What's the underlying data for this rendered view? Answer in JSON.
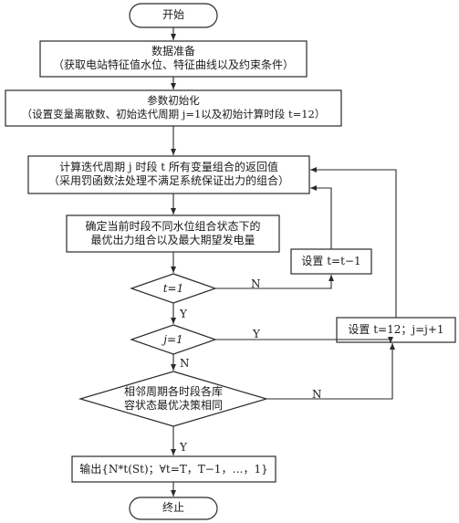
{
  "nodes": {
    "start": {
      "text": "开始"
    },
    "data_prep": {
      "line1": "数据准备",
      "line2": "（获取电站特征值水位、特征曲线以及约束条件）"
    },
    "param_init": {
      "line1": "参数初始化",
      "line2": "（设置变量离散数、初始迭代周期 j=1以及初始计算时段 t=12）"
    },
    "compute_return": {
      "line1": "计算迭代周期 j 时段 t 所有变量组合的返回值",
      "line2": "（采用罚函数法处理不满足系统保证出力的组合）"
    },
    "determine_opt": {
      "line1": "确定当前时段不同水位组合状态下的",
      "line2": "最优出力组合以及最大期望发电量"
    },
    "set_t_minus": {
      "text": "设置 t=t−1"
    },
    "decision_t1": {
      "text": "t=1"
    },
    "set_t12_j": {
      "text": "设置 t=12；j=j+1"
    },
    "decision_j1": {
      "text": "j=1"
    },
    "decision_same": {
      "line1": "相邻周期各时段各库",
      "line2": "容状态最优决策相同"
    },
    "output": {
      "text": "输出{N*t(St)；∀t=T，T−1，…，1}"
    },
    "end": {
      "text": "终止"
    }
  },
  "edge_labels": {
    "t1_no": "N",
    "t1_yes": "Y",
    "j1_yes_right": "Y",
    "j1_no_down": "N",
    "same_no": "N",
    "same_yes": "Y"
  },
  "colors": {
    "stroke": "#2a2a2a",
    "text": "#1a1a1a",
    "background": "#ffffff"
  }
}
